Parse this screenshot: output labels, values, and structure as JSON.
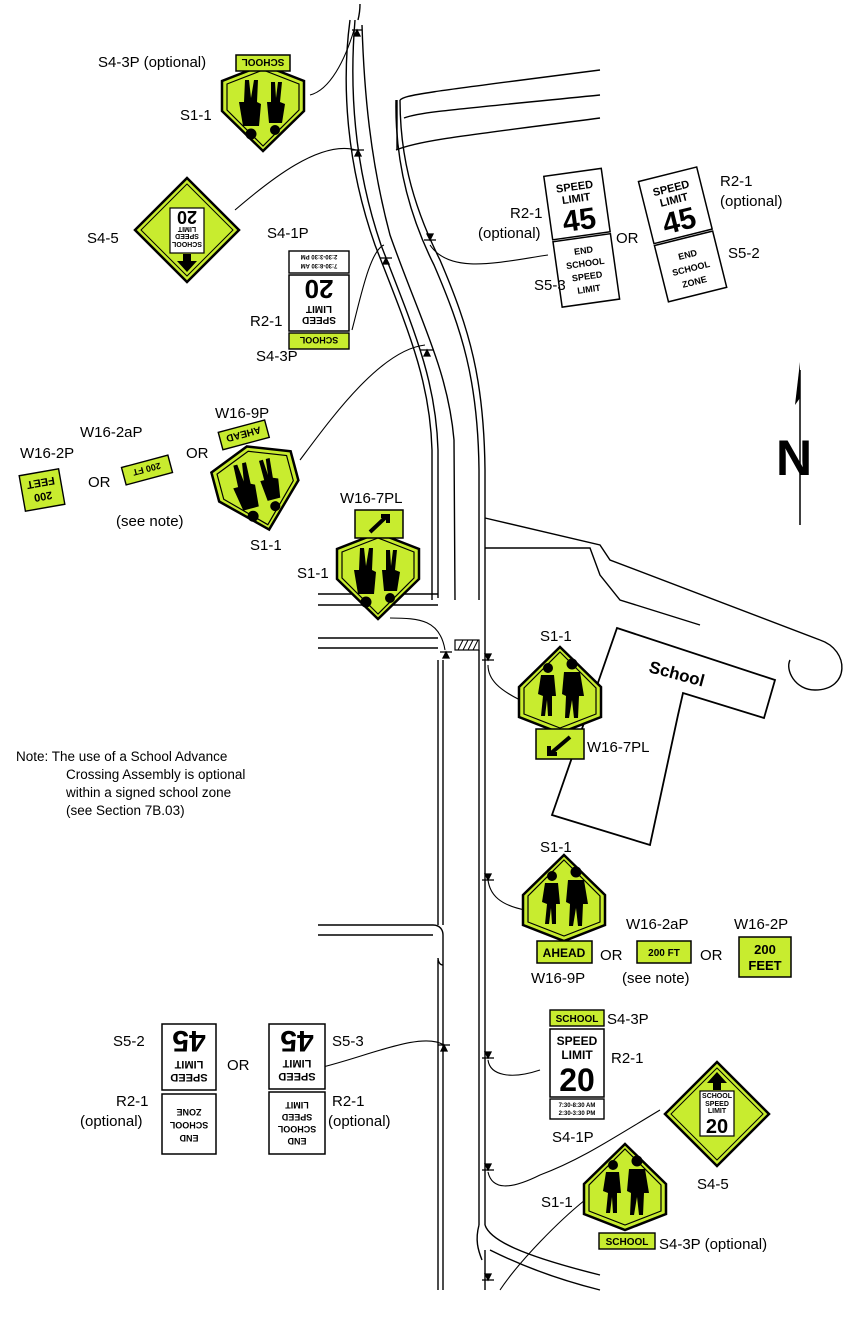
{
  "colors": {
    "school_yellow": "#c8ec2f",
    "sign_border": "#000000",
    "road_line": "#000000",
    "background": "#ffffff"
  },
  "signs": {
    "school_plaque": "SCHOOL",
    "ahead_plaque": "AHEAD",
    "feet_200_short": "200 FT",
    "feet_200_line1": "200",
    "feet_200_line2": "FEET",
    "speed": "SPEED",
    "limit": "LIMIT",
    "val_20": "20",
    "val_45": "45",
    "end": "END",
    "school_word": "SCHOOL",
    "zone": "ZONE",
    "times_1": "7:30-8:30 AM",
    "times_2": "2:30-3:30 PM"
  },
  "labels": {
    "s43p_optional": "S4-3P (optional)",
    "s11": "S1-1",
    "s45": "S4-5",
    "s41p": "S4-1P",
    "r21": "R2-1",
    "s43p": "S4-3P",
    "optional": "(optional)",
    "s53": "S5-3",
    "s52": "S5-2",
    "or": "OR",
    "w162p": "W16-2P",
    "w162ap": "W16-2aP",
    "w169p": "W16-9P",
    "see_note": "(see note)",
    "w167pl": "W16-7PL",
    "school_building": "School",
    "north": "N"
  },
  "note": {
    "line1": "Note:  The use of a School Advance",
    "line2": "Crossing Assembly is optional",
    "line3": "within a signed school zone",
    "line4": "(see Section 7B.03)"
  }
}
